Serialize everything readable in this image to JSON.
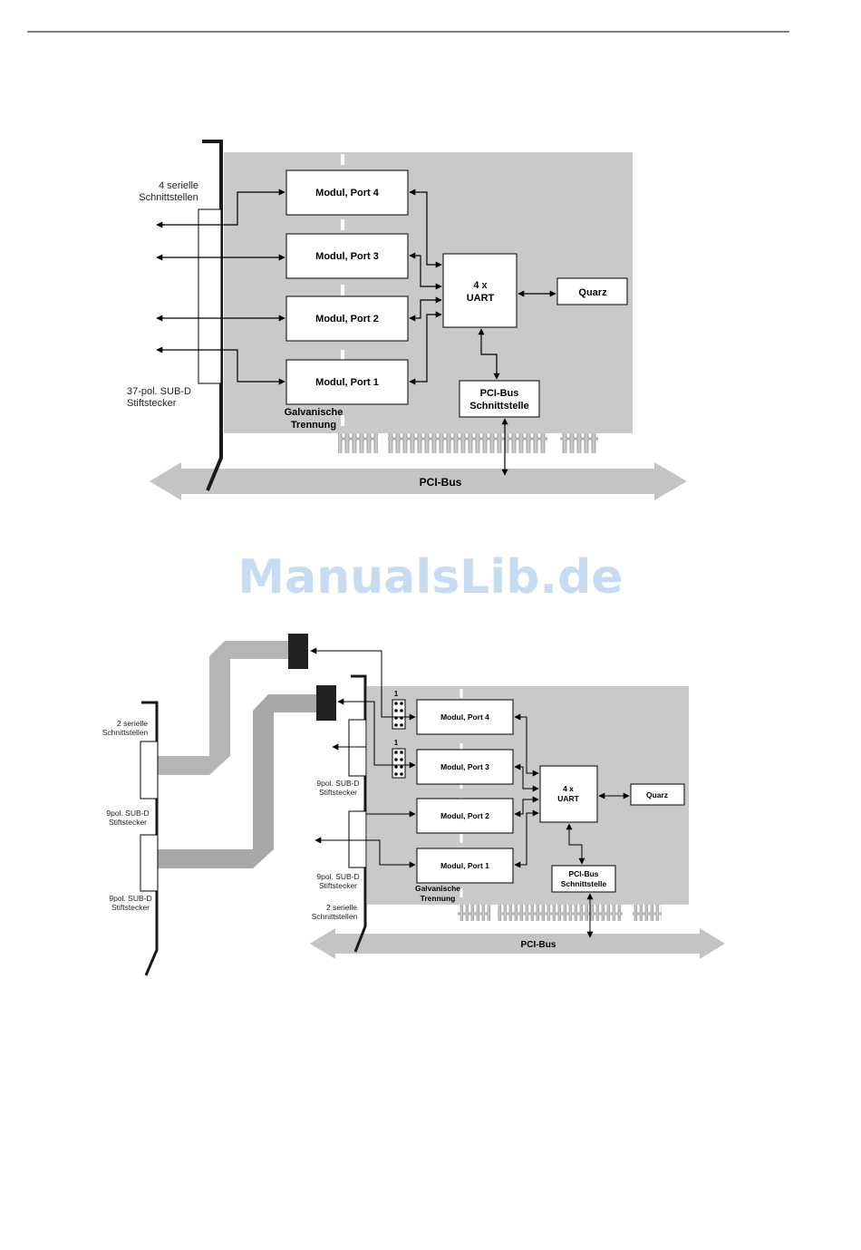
{
  "watermark": "ManualsLib.de",
  "diagram1": {
    "module_port4": "Modul, Port 4",
    "module_port3": "Modul, Port 3",
    "module_port2": "Modul, Port 2",
    "module_port1": "Modul, Port 1",
    "uart_line1": "4 x",
    "uart_line2": "UART",
    "quarz": "Quarz",
    "pci_interface_line1": "PCI-Bus",
    "pci_interface_line2": "Schnittstelle",
    "isolation_line1": "Galvanische",
    "isolation_line2": "Trennung",
    "serial_ports_line1": "4  serielle",
    "serial_ports_line2": "Schnittstellen",
    "connector_line1": "37-pol. SUB-D",
    "connector_line2": "Stiftstecker",
    "bus_label": "PCI-Bus"
  },
  "diagram2": {
    "jumper_label_top": "1",
    "jumper_label_bottom": "1",
    "module_port4": "Modul, Port 4",
    "module_port3": "Modul, Port 3",
    "module_port2": "Modul, Port 2",
    "module_port1": "Modul, Port 1",
    "uart_line1": "4 x",
    "uart_line2": "UART",
    "quarz": "Quarz",
    "pci_interface_line1": "PCI-Bus",
    "pci_interface_line2": "Schnittstelle",
    "isolation_line1": "Galvanische",
    "isolation_line2": "Trennung",
    "left_serial_line1": "2  serielle",
    "left_serial_line2": "Schnittstellen",
    "left_conn_a_line1": "9pol. SUB-D",
    "left_conn_a_line2": "Stiftstecker",
    "left_conn_b_line1": "9pol. SUB-D",
    "left_conn_b_line2": "Stiftstecker",
    "right_conn_a_line1": "9pol. SUB-D",
    "right_conn_a_line2": "Stiftstecker",
    "right_conn_b_line1": "9pol. SUB-D",
    "right_conn_b_line2": "Stiftstecker",
    "right_serial_line1": "2  serielle",
    "right_serial_line2": "Schnittstellen",
    "bus_label": "PCI-Bus"
  }
}
